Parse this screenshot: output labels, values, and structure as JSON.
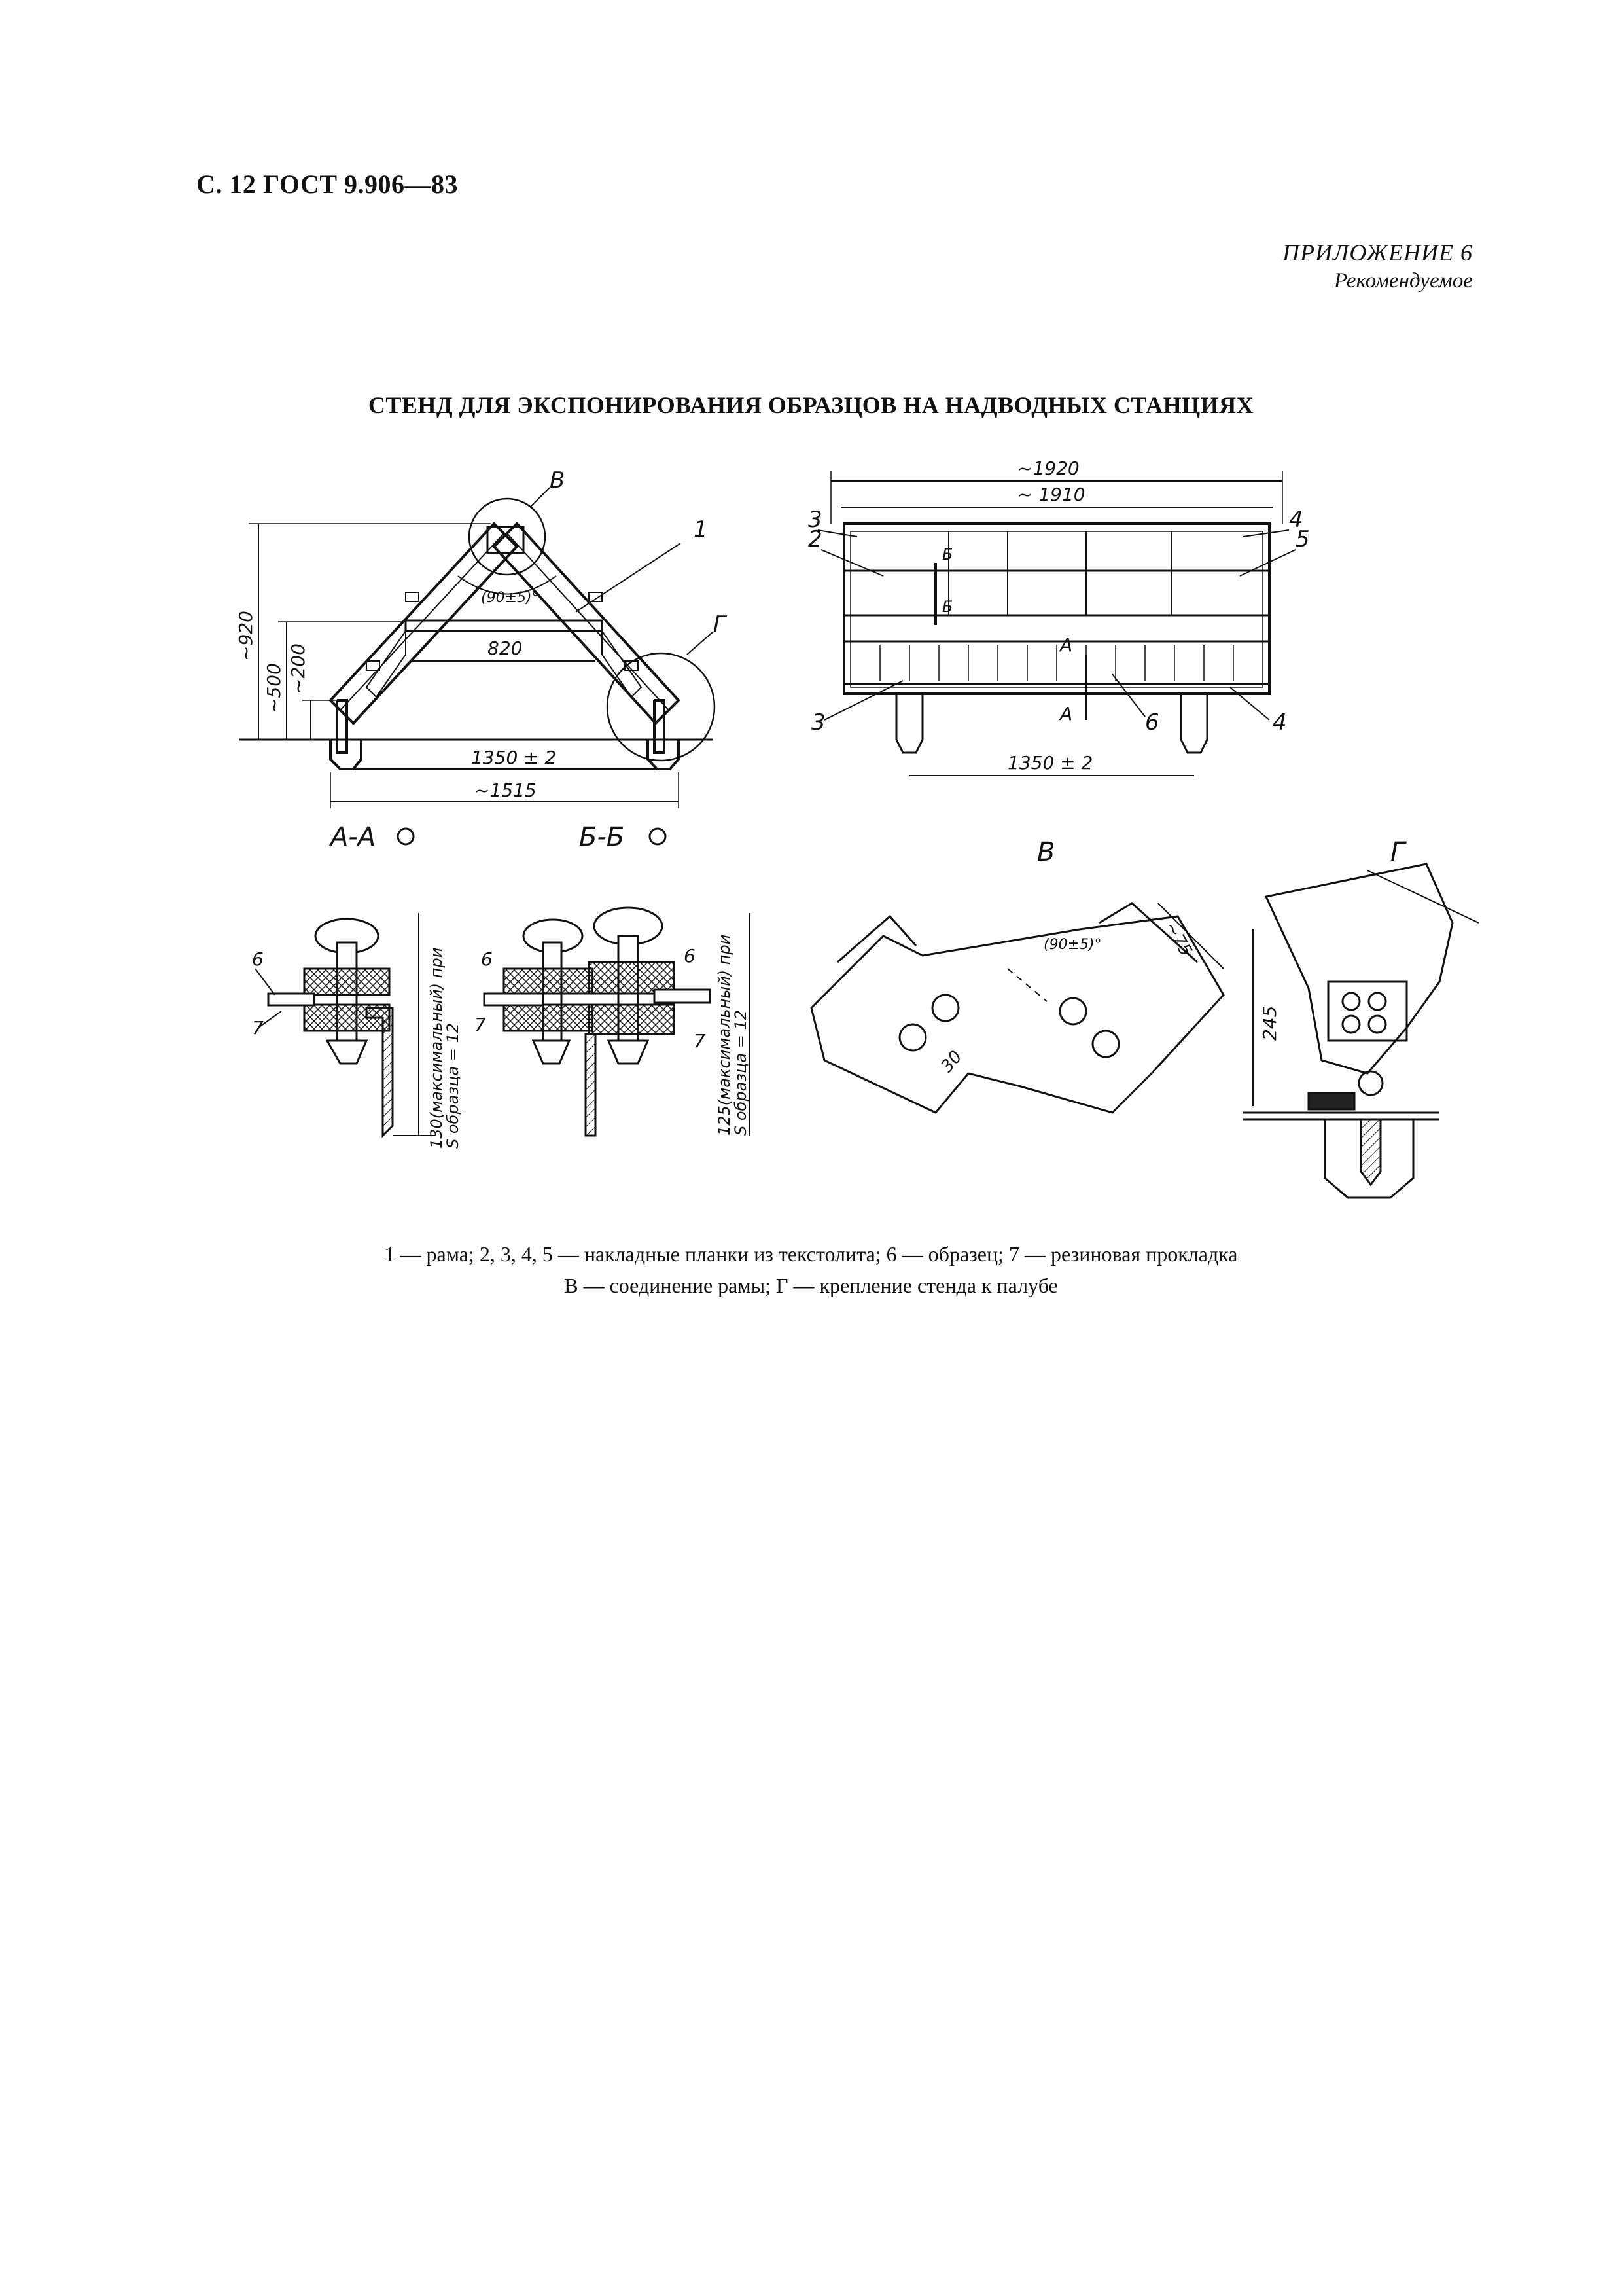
{
  "header": {
    "page_label": "С. 12 ГОСТ 9.906—83",
    "appendix": "ПРИЛОЖЕНИЕ 6",
    "status": "Рекомендуемое"
  },
  "title": "СТЕНД ДЛЯ ЭКСПОНИРОВАНИЯ ОБРАЗЦОВ НА НАДВОДНЫХ СТАНЦИЯХ",
  "drawing": {
    "side_view": {
      "dim_920": "~920",
      "dim_500": "~500",
      "dim_200": "~200",
      "dim_820": "820",
      "dim_1350": "1350 ± 2",
      "dim_1515": "~1515",
      "angle": "(90±5)°",
      "callout_B": "В",
      "callout_G": "Г",
      "callout_1": "1"
    },
    "front_view": {
      "dim_1920": "~1920",
      "dim_1910": "~ 1910",
      "dim_1350": "1350 ± 2",
      "callouts": [
        "3",
        "2",
        "4",
        "5",
        "3",
        "6",
        "4"
      ],
      "section_A": "А",
      "section_B": "Б"
    },
    "details": {
      "sec_AA": "А-А",
      "sec_BB": "Б-Б",
      "view_B": "В",
      "view_G": "Г",
      "aa_label_6": "6",
      "aa_label_7": "7",
      "aa_dim_main": "130(максимальный) при",
      "aa_dim_sub": "S образца = 12",
      "bb_label_6a": "6",
      "bb_label_7a": "7",
      "bb_label_6b": "6",
      "bb_label_7b": "7",
      "bb_dim_main": "125(максимальный) при",
      "bb_dim_sub": "S образца = 12",
      "b_angle": "(90±5)°",
      "b_dim_75": "~75",
      "b_dim_30": "30",
      "g_dim_245": "245"
    }
  },
  "caption": {
    "line1": "1 — рама; 2, 3, 4, 5 — накладные планки из текстолита; 6 — образец; 7 — резиновая прокладка",
    "line2": "В — соединение рамы; Г — крепление стенда к палубе"
  }
}
